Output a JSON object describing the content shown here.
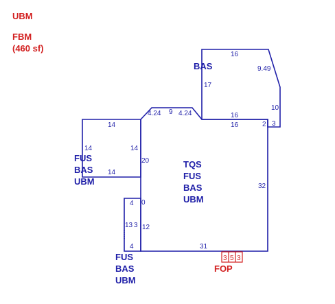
{
  "header": {
    "ubm": "UBM",
    "fbm": "FBM",
    "fbm_area": "(460 sf)"
  },
  "colors": {
    "outline": "#1f1fa8",
    "accent": "#d21f1f"
  },
  "areas": {
    "top": "BAS",
    "main": [
      "TQS",
      "FUS",
      "BAS",
      "UBM"
    ],
    "left": [
      "FUS",
      "BAS",
      "UBM"
    ],
    "bottom": [
      "FUS",
      "BAS",
      "UBM"
    ],
    "porch": "FOP"
  },
  "dims": {
    "top_top": "16",
    "top_diag": "9.49",
    "top_left": "17",
    "top_right": "10",
    "top_bottom": "16",
    "main_top_right": "16",
    "notch_1": "2",
    "notch_2": "3",
    "bay_left": "4.24",
    "bay_mid": "9",
    "bay_right": "4.24",
    "left_top": "14",
    "left_left": "14",
    "left_right": "14",
    "left_bottom": "14",
    "main_left": "20",
    "main_right": "32",
    "main_bottom": "31",
    "zero": "0",
    "strip_top": "4",
    "strip_left": "13",
    "strip_mid": "3",
    "strip_bottom": "4",
    "strip_right": "12",
    "porch_1": "3",
    "porch_2": "5",
    "porch_3": "3"
  }
}
